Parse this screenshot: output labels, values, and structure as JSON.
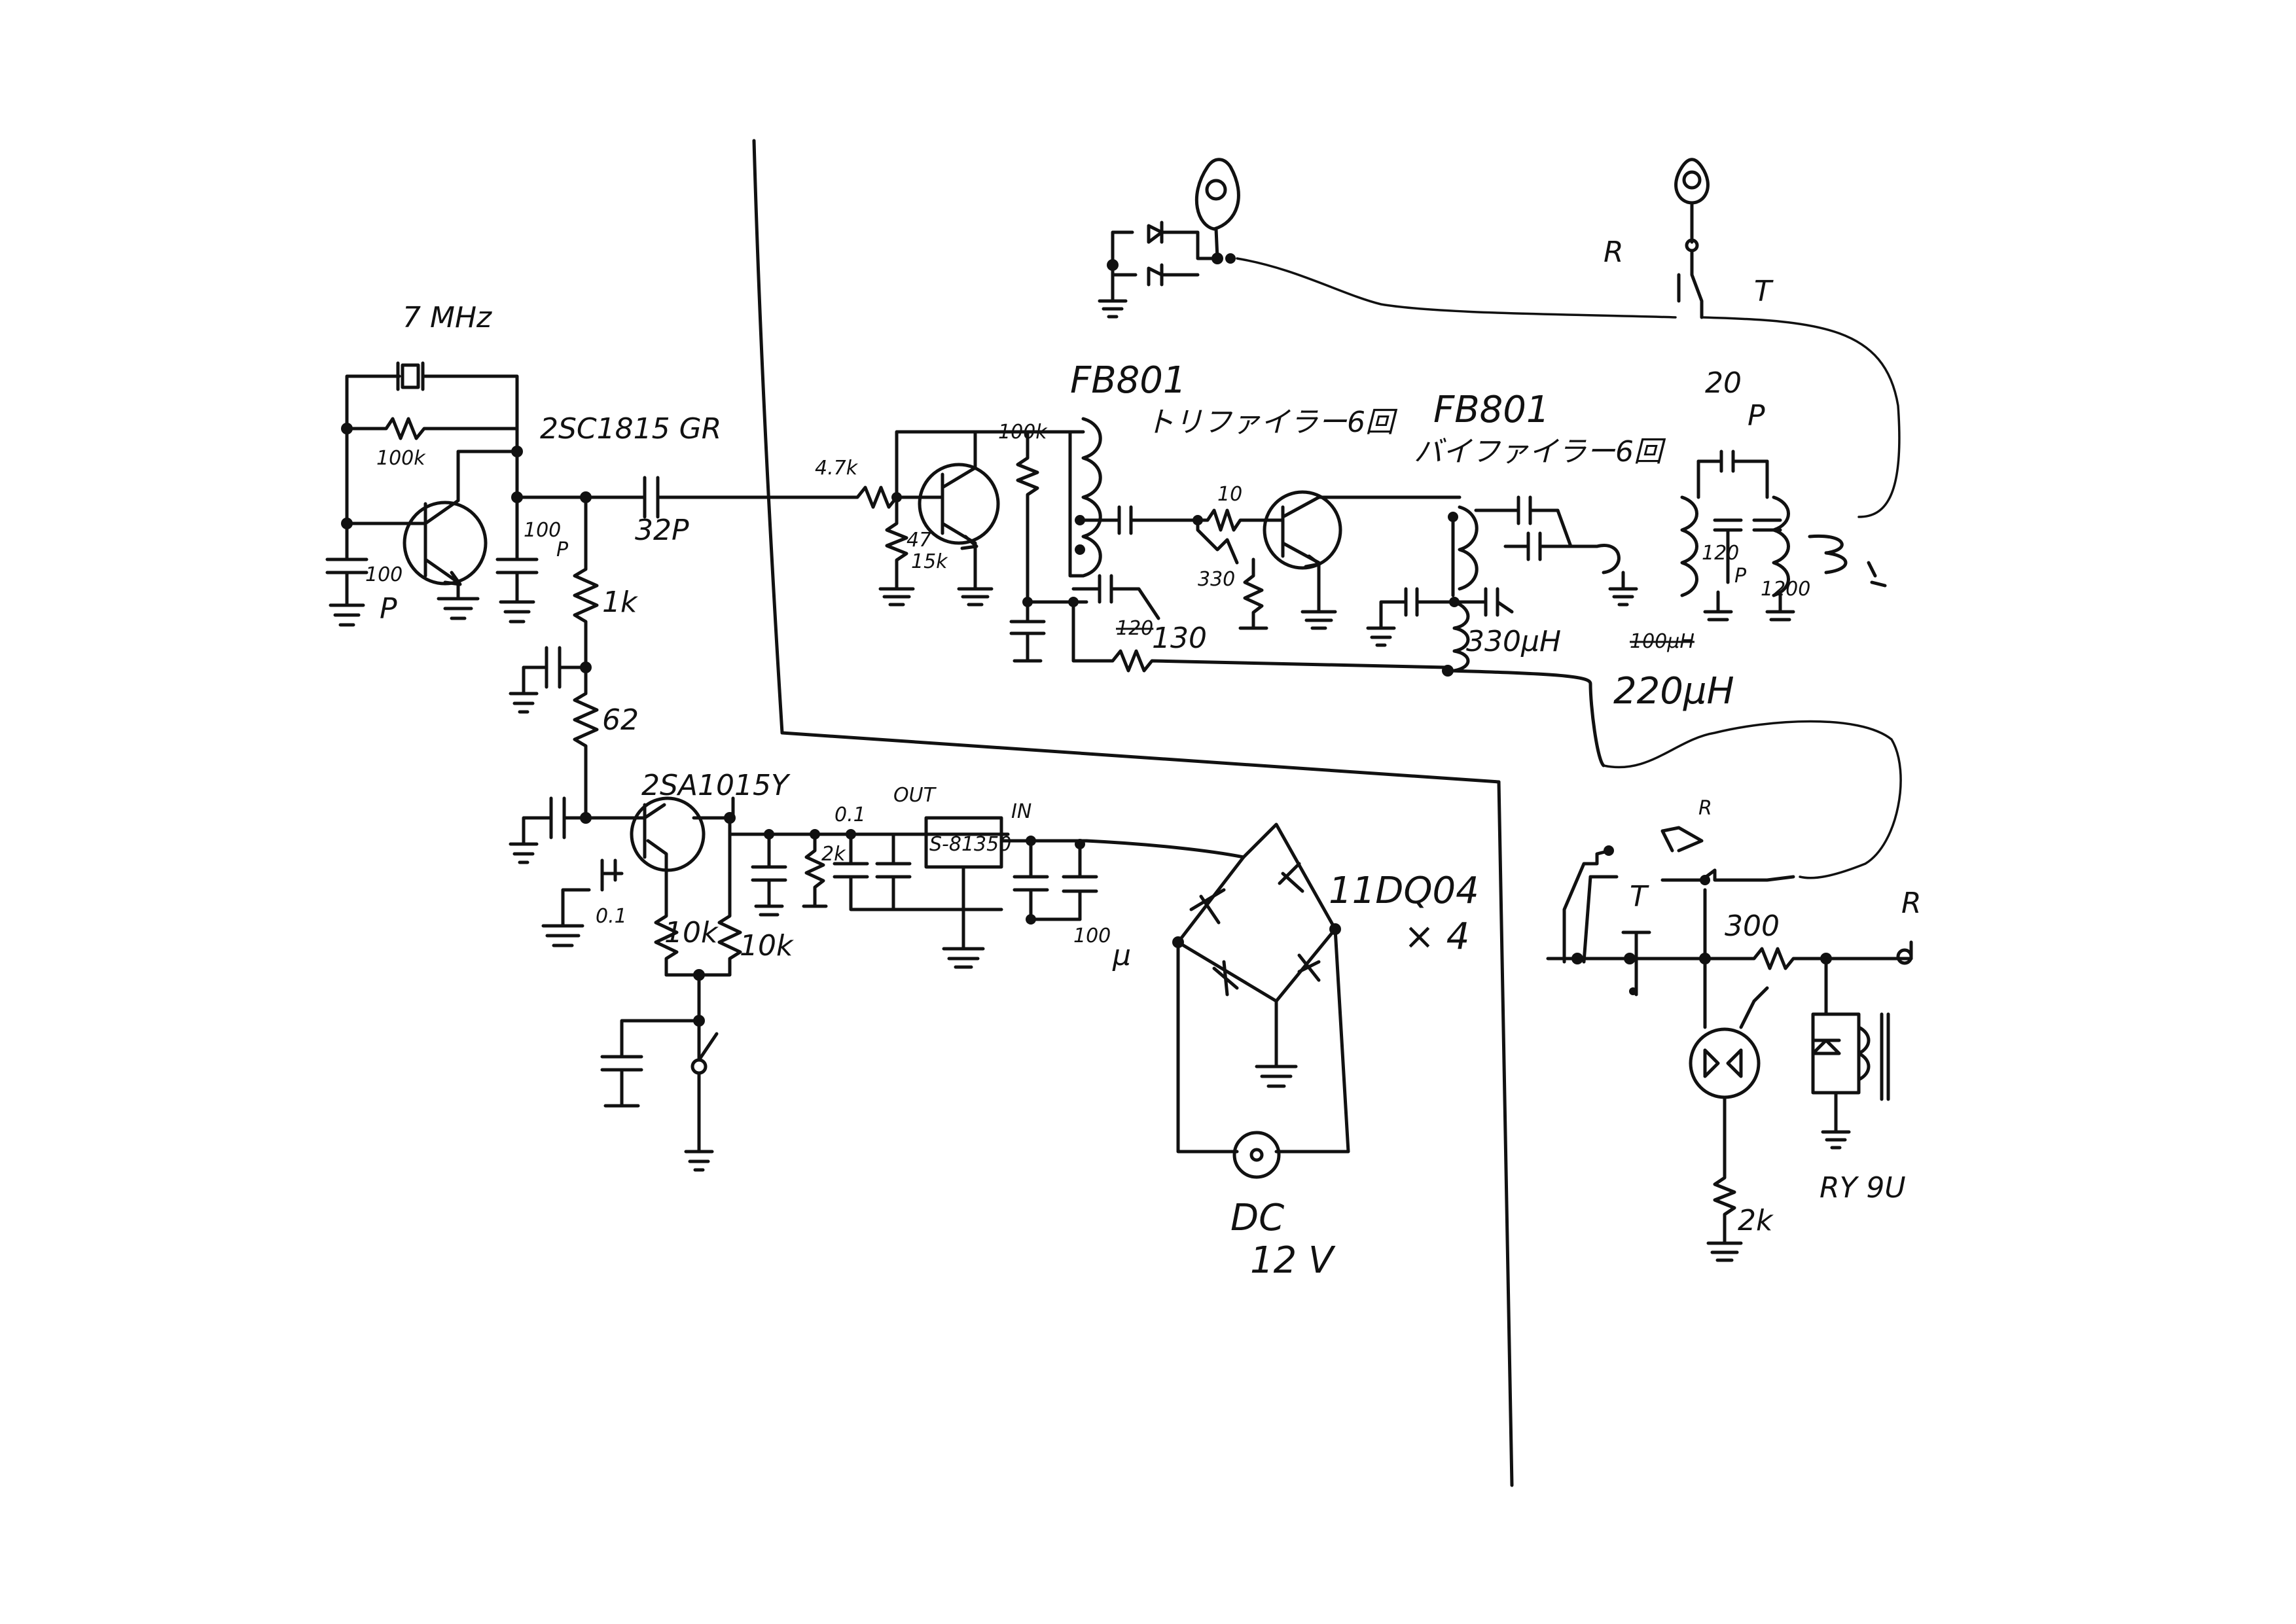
{
  "labels": {
    "crystal_freq": "7 MHz",
    "osc_transistor": "2SC1815 GR",
    "r_100k": "100k",
    "c_100p_left_a": "100",
    "c_100p_left_b": "P",
    "c_100p_mid": "100",
    "c_100p_mid_b": "P",
    "r_1k": "1k",
    "c_32p": "32P",
    "r_62": "62",
    "pnp_transistor": "2SA1015Y",
    "c_0_1_reg": "0.1",
    "out_label": "OUT",
    "regulator": "S-81350",
    "in_label": "IN",
    "r_2k_reg": "2k",
    "c_0_1_base": "0.1",
    "r_10k_a": "10k",
    "r_10k_b": "10k",
    "c_100u": "100",
    "c_100u_unit": "μ",
    "diodes": "11DQ04",
    "diodes_qty": "× 4",
    "dc_label": "DC",
    "dc_volt": "12 V",
    "fb801_1": "FB801",
    "trifilar": "トリファイラー6回",
    "r_47k": "4.7k",
    "r_47": "47",
    "r_15k": "15k",
    "r_100k_2": "100k",
    "r_10": "10",
    "r_330": "330",
    "r_130": "130",
    "r_130_old": "120",
    "fb801_2": "FB801",
    "bifilar": "バイファイラー6回",
    "l_330uh": "330μH",
    "l_old": "100μH",
    "l_220uh": "220μH",
    "c_20p": "20",
    "c_20p_unit": "P",
    "c_120p": "120",
    "c_120p_b": "P",
    "c_1200": "1200",
    "ant_r": "R",
    "ant_t": "T",
    "relay_r_top": "R",
    "relay_t": "T",
    "r_300": "300",
    "out_r": "R",
    "r_2k_led": "2k",
    "relay_name": "RY 9U"
  }
}
